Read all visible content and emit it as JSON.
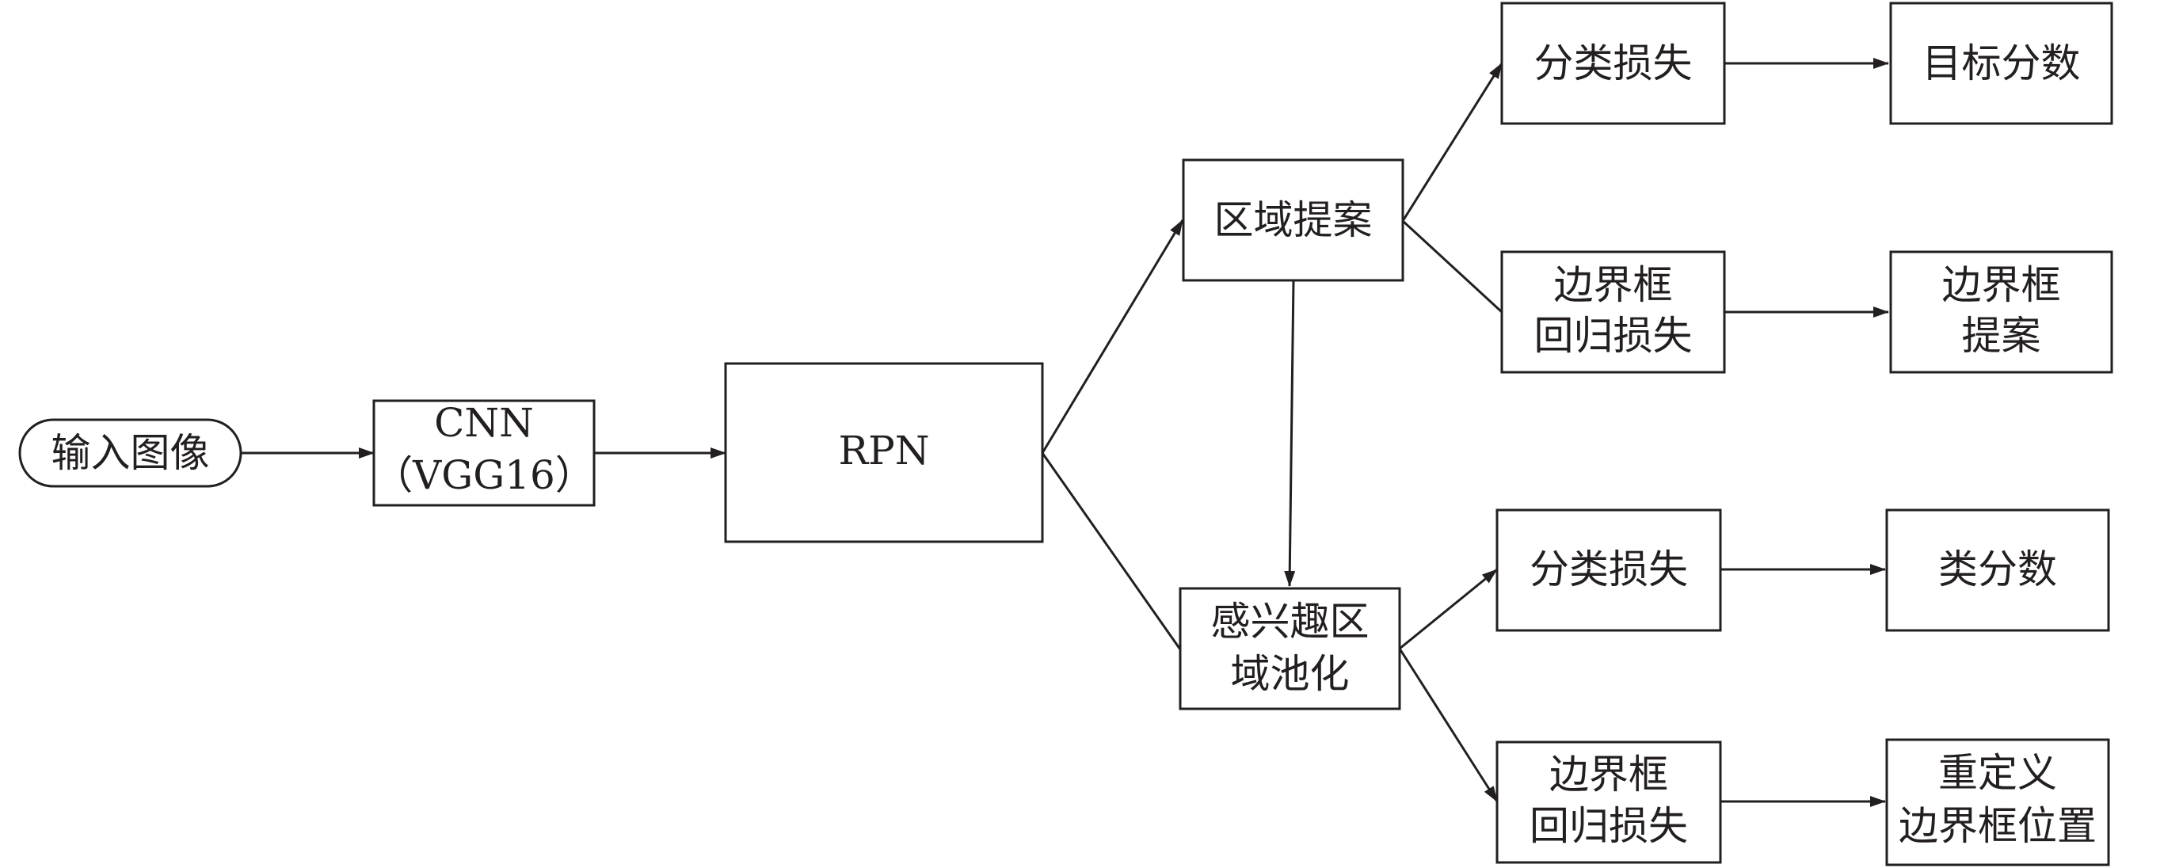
{
  "diagram": {
    "nodes": {
      "input": {
        "lines": [
          "输入图像"
        ]
      },
      "cnn": {
        "lines": [
          "CNN",
          "（VGG16）"
        ]
      },
      "rpn": {
        "lines": [
          "RPN"
        ]
      },
      "region_proposal": {
        "lines": [
          "区域提案"
        ]
      },
      "roi_pooling": {
        "lines": [
          "感兴趣区",
          "域池化"
        ]
      },
      "cls_loss_top": {
        "lines": [
          "分类损失"
        ]
      },
      "bbox_reg_loss_top": {
        "lines": [
          "边界框",
          "回归损失"
        ]
      },
      "cls_loss_bottom": {
        "lines": [
          "分类损失"
        ]
      },
      "bbox_reg_loss_bottom": {
        "lines": [
          "边界框",
          "回归损失"
        ]
      },
      "objectness_score": {
        "lines": [
          "目标分数"
        ]
      },
      "bbox_proposal": {
        "lines": [
          "边界框",
          "提案"
        ]
      },
      "class_score": {
        "lines": [
          "类分数"
        ]
      },
      "refined_bbox": {
        "lines": [
          "重定义",
          "边界框位置"
        ]
      }
    },
    "edges": [
      {
        "from": "input",
        "to": "cnn",
        "arrow": true
      },
      {
        "from": "cnn",
        "to": "rpn",
        "arrow": true
      },
      {
        "from": "rpn",
        "to": "region_proposal",
        "arrow": true
      },
      {
        "from": "rpn",
        "to": "roi_pooling",
        "arrow": false
      },
      {
        "from": "region_proposal",
        "to": "roi_pooling",
        "arrow": true
      },
      {
        "from": "region_proposal",
        "to": "cls_loss_top",
        "arrow": true
      },
      {
        "from": "region_proposal",
        "to": "bbox_reg_loss_top",
        "arrow": false
      },
      {
        "from": "cls_loss_top",
        "to": "objectness_score",
        "arrow": true
      },
      {
        "from": "bbox_reg_loss_top",
        "to": "bbox_proposal",
        "arrow": true
      },
      {
        "from": "roi_pooling",
        "to": "cls_loss_bottom",
        "arrow": true
      },
      {
        "from": "roi_pooling",
        "to": "bbox_reg_loss_bottom",
        "arrow": true
      },
      {
        "from": "cls_loss_bottom",
        "to": "class_score",
        "arrow": true
      },
      {
        "from": "bbox_reg_loss_bottom",
        "to": "refined_bbox",
        "arrow": true
      }
    ]
  }
}
